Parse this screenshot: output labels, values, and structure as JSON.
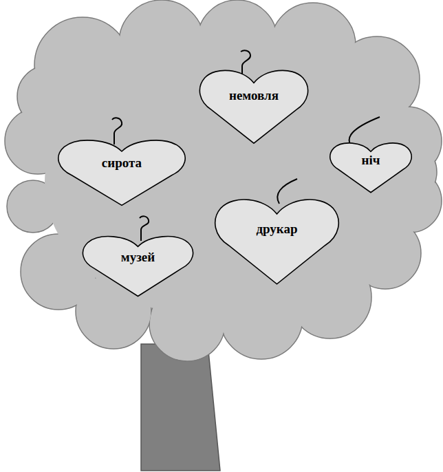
{
  "diagram": {
    "nodes": [
      {
        "text": [
          "немовля"
        ]
      },
      {
        "text": [
          "сирота"
        ]
      },
      {
        "text": [
          "ніч"
        ]
      },
      {
        "text": [
          "друкар"
        ]
      },
      {
        "text": [
          "музей"
        ]
      }
    ]
  }
}
